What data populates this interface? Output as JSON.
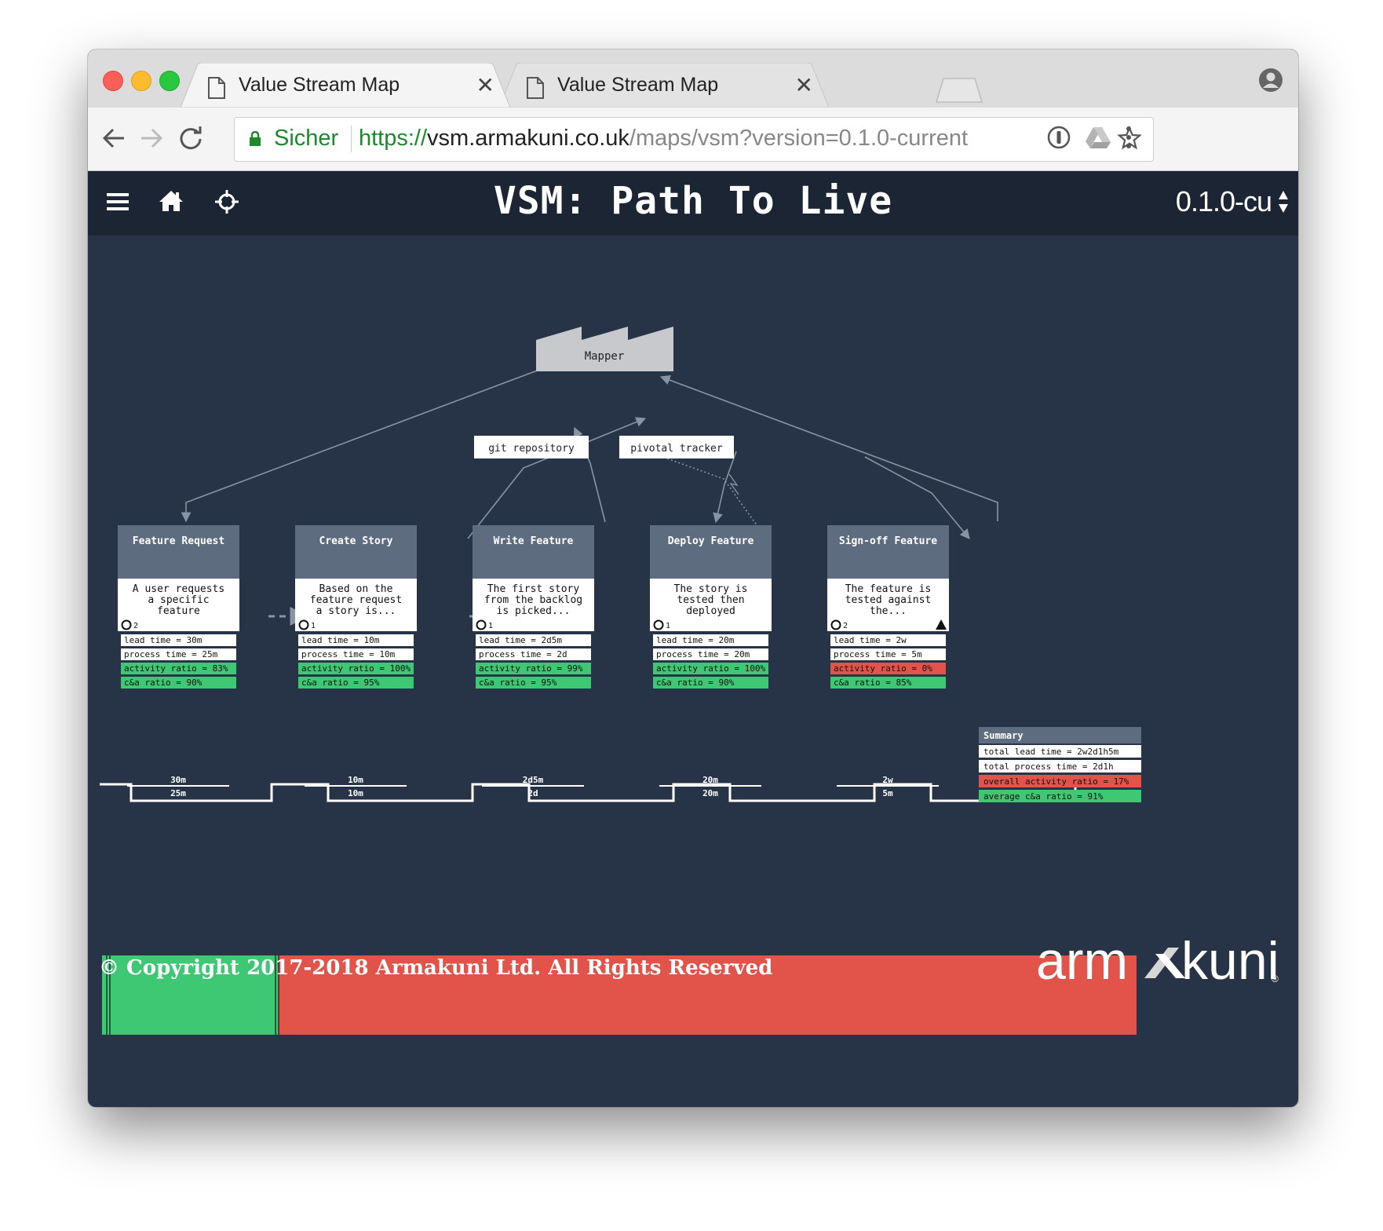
{
  "browser": {
    "tabs": [
      {
        "title": "Value Stream Map",
        "active": true
      },
      {
        "title": "Value Stream Map",
        "active": false
      }
    ],
    "close_glyph": "✕",
    "security_label": "Sicher",
    "url": {
      "scheme": "https://",
      "host": "vsm.armakuni.co.uk",
      "path": "/maps/vsm?version=0.1.0-current"
    }
  },
  "app": {
    "title": "VSM: Path To Live",
    "version": "0.1.0-cu",
    "menu_icon": "hamburger-icon",
    "home_icon": "home-icon",
    "center_icon": "crosshair-icon"
  },
  "map": {
    "mapper_label": "Mapper",
    "tools": [
      "git repository",
      "pivotal tracker"
    ],
    "processes": [
      {
        "title": "Feature Request",
        "description": [
          "A user requests",
          "a specific",
          "feature"
        ],
        "people": "2",
        "warning": false,
        "metrics": [
          {
            "label": "lead time = 30m",
            "status": "neutral"
          },
          {
            "label": "process time = 25m",
            "status": "neutral"
          },
          {
            "label": "activity ratio = 83%",
            "status": "good"
          },
          {
            "label": "c&a ratio = 90%",
            "status": "good"
          }
        ]
      },
      {
        "title": "Create Story",
        "description": [
          "Based on the",
          "feature request",
          "a story is..."
        ],
        "people": "1",
        "warning": false,
        "metrics": [
          {
            "label": "lead time = 10m",
            "status": "neutral"
          },
          {
            "label": "process time = 10m",
            "status": "neutral"
          },
          {
            "label": "activity ratio = 100%",
            "status": "good"
          },
          {
            "label": "c&a ratio = 95%",
            "status": "good"
          }
        ]
      },
      {
        "title": "Write Feature",
        "description": [
          "The first story",
          "from the backlog",
          "is picked..."
        ],
        "people": "1",
        "warning": false,
        "metrics": [
          {
            "label": "lead time = 2d5m",
            "status": "neutral"
          },
          {
            "label": "process time = 2d",
            "status": "neutral"
          },
          {
            "label": "activity ratio = 99%",
            "status": "good"
          },
          {
            "label": "c&a ratio = 95%",
            "status": "good"
          }
        ]
      },
      {
        "title": "Deploy Feature",
        "description": [
          "The story is",
          "tested then",
          "deployed"
        ],
        "people": "1",
        "warning": false,
        "metrics": [
          {
            "label": "lead time = 20m",
            "status": "neutral"
          },
          {
            "label": "process time = 20m",
            "status": "neutral"
          },
          {
            "label": "activity ratio = 100%",
            "status": "good"
          },
          {
            "label": "c&a ratio = 90%",
            "status": "good"
          }
        ]
      },
      {
        "title": "Sign-off Feature",
        "description": [
          "The feature is",
          "tested against",
          "the..."
        ],
        "people": "2",
        "warning": true,
        "metrics": [
          {
            "label": "lead time = 2w",
            "status": "neutral"
          },
          {
            "label": "process time = 5m",
            "status": "neutral"
          },
          {
            "label": "activity ratio = 0%",
            "status": "bad"
          },
          {
            "label": "c&a ratio = 85%",
            "status": "good"
          }
        ]
      }
    ],
    "timeline": [
      {
        "lead": "30m",
        "process": "25m"
      },
      {
        "lead": "10m",
        "process": "10m"
      },
      {
        "lead": "2d5m",
        "process": "2d"
      },
      {
        "lead": "20m",
        "process": "20m"
      },
      {
        "lead": "2w",
        "process": "5m"
      }
    ],
    "summary": {
      "title": "Summary",
      "rows": [
        {
          "label": "total lead time = 2w2d1h5m",
          "status": "neutral"
        },
        {
          "label": "total process time = 2d1h",
          "status": "neutral"
        },
        {
          "label": "overall activity ratio = 17%",
          "status": "bad"
        },
        {
          "label": "average c&a ratio = 91%",
          "status": "good"
        }
      ]
    },
    "ratio_bar": {
      "active_fraction": 0.17,
      "active_color": "#3ec874",
      "wait_color": "#e2534a"
    }
  },
  "colors": {
    "header": "#5e6c80",
    "good": "#3ec874",
    "bad": "#e2534a",
    "background": "#273447",
    "line": "#8893a3"
  },
  "footer": {
    "copyright": "© Copyright 2017-2018 Armakuni Ltd. All Rights Reserved",
    "brand_left": "arm",
    "brand_right": "kuni",
    "brand_reg": "®"
  }
}
